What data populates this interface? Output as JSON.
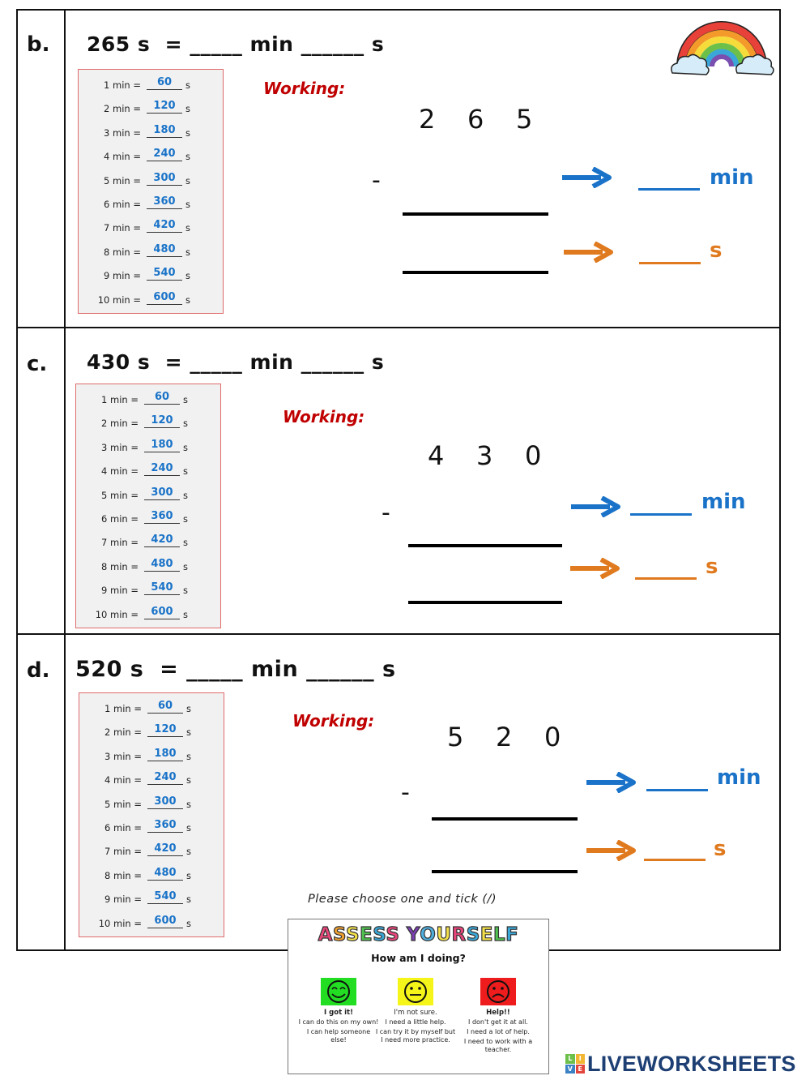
{
  "conversion_table": {
    "rows": [
      {
        "label": "1 min =",
        "answer": "60",
        "unit": "s"
      },
      {
        "label": "2 min =",
        "answer": "120",
        "unit": "s"
      },
      {
        "label": "3 min =",
        "answer": "180",
        "unit": "s"
      },
      {
        "label": "4 min =",
        "answer": "240",
        "unit": "s"
      },
      {
        "label": "5 min =",
        "answer": "300",
        "unit": "s"
      },
      {
        "label": "6 min =",
        "answer": "360",
        "unit": "s"
      },
      {
        "label": "7 min =",
        "answer": "420",
        "unit": "s"
      },
      {
        "label": "8 min =",
        "answer": "480",
        "unit": "s"
      },
      {
        "label": "9 min =",
        "answer": "540",
        "unit": "s"
      },
      {
        "label": "10 min =",
        "answer": "600",
        "unit": "s"
      }
    ]
  },
  "sections": [
    {
      "letter": "b.",
      "question": "265 s  = _____ min ______ s",
      "working_label": "Working:",
      "digits": [
        "2",
        "6",
        "5"
      ],
      "minus": "-",
      "min_label": "min",
      "s_label": "s"
    },
    {
      "letter": "c.",
      "question": "430 s  = _____ min ______ s",
      "working_label": "Working:",
      "digits": [
        "4",
        "3",
        "0"
      ],
      "minus": "-",
      "min_label": "min",
      "s_label": "s"
    },
    {
      "letter": "d.",
      "question": "520 s  = _____ min ______ s",
      "working_label": "Working:",
      "digits": [
        "5",
        "2",
        "0"
      ],
      "minus": "-",
      "min_label": "min",
      "s_label": "s"
    }
  ],
  "colors": {
    "min_blue": "#1a73c8",
    "s_orange": "#e07a1f",
    "working_red": "#c00000",
    "table_border": "#e06b6b"
  },
  "assess": {
    "caption": "Please choose one and tick (/)",
    "title_letters": [
      "A",
      "S",
      "S",
      "E",
      "S",
      "S",
      " ",
      "Y",
      "O",
      "U",
      "R",
      "S",
      "E",
      "L",
      "F"
    ],
    "title_colors": [
      "#e8457a",
      "#f0a030",
      "#f4e04a",
      "#4fc24f",
      "#3aa7d8",
      "#e8457a",
      "#ffffff",
      "#7a3fb0",
      "#4fb0e0",
      "#f4e04a",
      "#e8457a",
      "#3aa7d8",
      "#f4e04a",
      "#4fc24f",
      "#3aa7d8"
    ],
    "subtitle": "How am I doing?",
    "options": [
      {
        "face": "happy-face-icon",
        "color": "#22dd22",
        "heading": "I got it!",
        "lines": [
          "I can do this on my own!",
          "I can help someone else!"
        ]
      },
      {
        "face": "neutral-face-icon",
        "color": "#f5f51a",
        "heading": "I'm not sure.",
        "lines": [
          "I need a little help.",
          "I can try it by myself but I need more practice."
        ]
      },
      {
        "face": "sad-face-icon",
        "color": "#ee1c1c",
        "heading": "Help!!",
        "lines": [
          "I don't get it at all.",
          "I need a lot of help.",
          "I need to work with a teacher."
        ]
      }
    ]
  },
  "brand": {
    "badge_letters": [
      "L",
      "I",
      "V",
      "E"
    ],
    "badge_colors": [
      "#6cc04a",
      "#f2b632",
      "#3b82c4",
      "#e2453c"
    ],
    "name": "LIVEWORKSHEETS"
  }
}
